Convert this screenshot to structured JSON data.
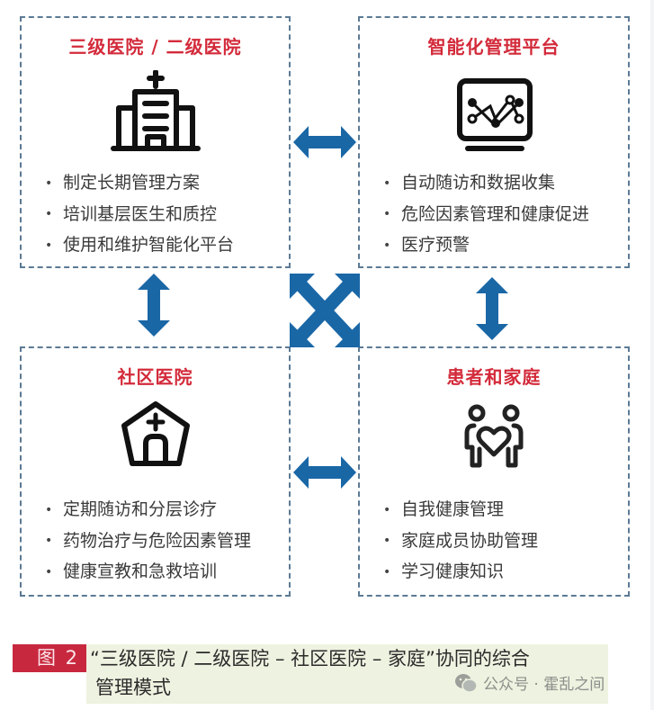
{
  "diagram": {
    "colors": {
      "title_red": "#d32a3a",
      "arrow_blue": "#1a67a6",
      "border_dashed": "#5c7a94",
      "caption_label_bg": "#c8283e",
      "caption_bg": "#eef2e0"
    },
    "boxes": {
      "top_left": {
        "title": "三级医院 / 二级医院",
        "icon": "hospital-building-icon",
        "items": [
          "制定长期管理方案",
          "培训基层医生和质控",
          "使用和维护智能化平台"
        ]
      },
      "top_right": {
        "title": "智能化管理平台",
        "icon": "monitor-chart-icon",
        "items": [
          "自动随访和数据收集",
          "危险因素管理和健康促进",
          "医疗预警"
        ]
      },
      "bottom_left": {
        "title": "社区医院",
        "icon": "clinic-house-icon",
        "items": [
          "定期随访和分层诊疗",
          "药物治疗与危险因素管理",
          "健康宣教和急救培训"
        ]
      },
      "bottom_right": {
        "title": "患者和家庭",
        "icon": "family-heart-icon",
        "items": [
          "自我健康管理",
          "家庭成员协助管理",
          "学习健康知识"
        ]
      }
    },
    "connections": [
      {
        "from": "top_left",
        "to": "top_right",
        "type": "bidirectional-horizontal"
      },
      {
        "from": "top_left",
        "to": "bottom_left",
        "type": "bidirectional-vertical"
      },
      {
        "from": "top_right",
        "to": "bottom_right",
        "type": "bidirectional-vertical"
      },
      {
        "from": "bottom_left",
        "to": "bottom_right",
        "type": "bidirectional-horizontal"
      },
      {
        "from": "top_left",
        "to": "bottom_right",
        "type": "bidirectional-diagonal"
      },
      {
        "from": "top_right",
        "to": "bottom_left",
        "type": "bidirectional-diagonal"
      }
    ]
  },
  "caption": {
    "label": "图 2",
    "line1": "“三级医院 / 二级医院 – 社区医院 – 家庭”协同的综合",
    "line2": "管理模式"
  },
  "watermark": {
    "icon": "wechat-icon",
    "text": "公众号 · 霍乱之间"
  }
}
